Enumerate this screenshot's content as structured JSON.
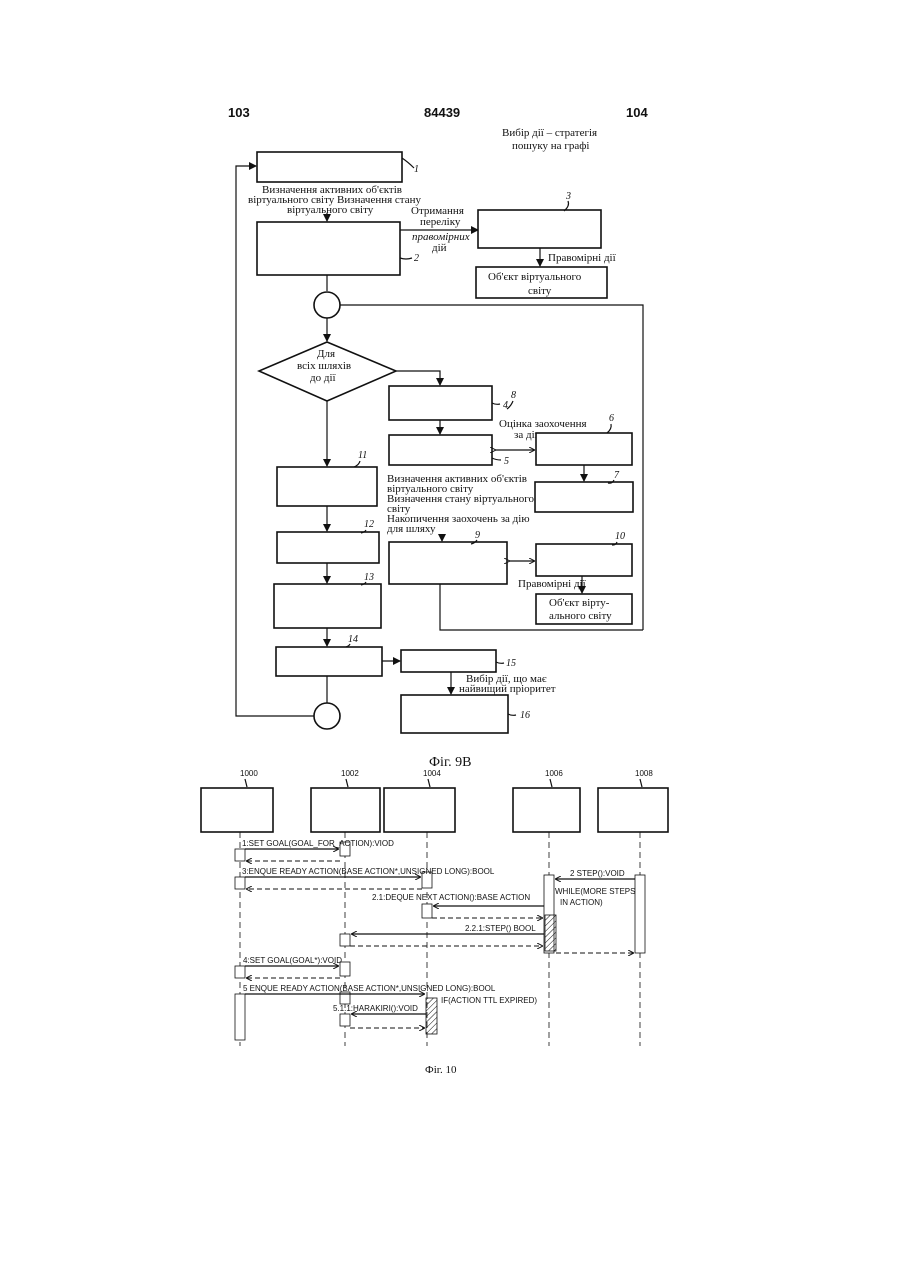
{
  "header": {
    "left_page": "103",
    "doc_number": "84439",
    "right_page": "104"
  },
  "fig9b": {
    "title_line1": "Вибір дії – стратегія",
    "title_line2": "пошуку на графі",
    "label_after_1_line1": "Визначення активних об'єктів",
    "label_after_1_line2": "віртуального світу Визначення стану",
    "label_after_1_line3": "віртуального світу",
    "label_get_line1": "Отримання",
    "label_get_line2": "переліку",
    "label_get_line3": "правомірних",
    "label_get_line4": "дій",
    "label_valid_actions": "Правомірні дії",
    "object_box1_line1": "Об'єкт віртуального",
    "object_box1_line2": "світу",
    "diamond_line1": "Для",
    "diamond_line2": "всіх шляхів",
    "diamond_line3": "до дії",
    "label_reward_line1": "Оцінка заохочення",
    "label_reward_line2": "за дію",
    "label_mid_line1": "Визначення активних об'єктів",
    "label_mid_line2": "віртуального світу",
    "label_mid_line3": "Визначення стану віртуального",
    "label_mid_line4": "світу",
    "label_mid_line5": "Накопичення заохочень за дію",
    "label_mid_line6": "для шляху",
    "label_valid_actions2": "Правомірні дії",
    "object_box2_line1": "Об'єкт вірту-",
    "object_box2_line2": "ального світу",
    "label_select_line1": "Вибір дії, що має",
    "label_select_line2": "найвищий пріоритет",
    "refs": {
      "r1": "1",
      "r2": "2",
      "r3": "3",
      "r4": "4",
      "r5": "5",
      "r6": "6",
      "r7": "7",
      "r8": "8",
      "r9": "9",
      "r10": "10",
      "r11": "11",
      "r12": "12",
      "r13": "13",
      "r14": "14",
      "r15": "15",
      "r16": "16"
    },
    "caption": "Фіг. 9В"
  },
  "fig10": {
    "lifelines": [
      "1000",
      "1002",
      "1004",
      "1006",
      "1008"
    ],
    "messages": {
      "m1": "1:SET GOAL(GOAL_FOR_ACTION):VIOD",
      "m3": "3:ENQUE READY ACTION(BASE ACTION*,UNSIGNED LONG):BOOL",
      "m2": "2 STEP():VOID",
      "m_while_line1": "WHILE(MORE STEPS",
      "m_while_line2": "IN ACTION)",
      "m21": "2.1:DEQUE NEXT ACTION():BASE ACTION",
      "m221": "2.2.1:STEP() BOOL",
      "m4": "4:SET GOAL(GOAL*):VOID",
      "m5": "5 ENQUE READY ACTION(BASE ACTION*,UNSIGNED LONG):BOOL",
      "m_if": "IF(ACTION TTL EXPIRED)",
      "m511": "5.1.1:HARAKIRI():VOID"
    },
    "caption": "Фіг. 10"
  }
}
